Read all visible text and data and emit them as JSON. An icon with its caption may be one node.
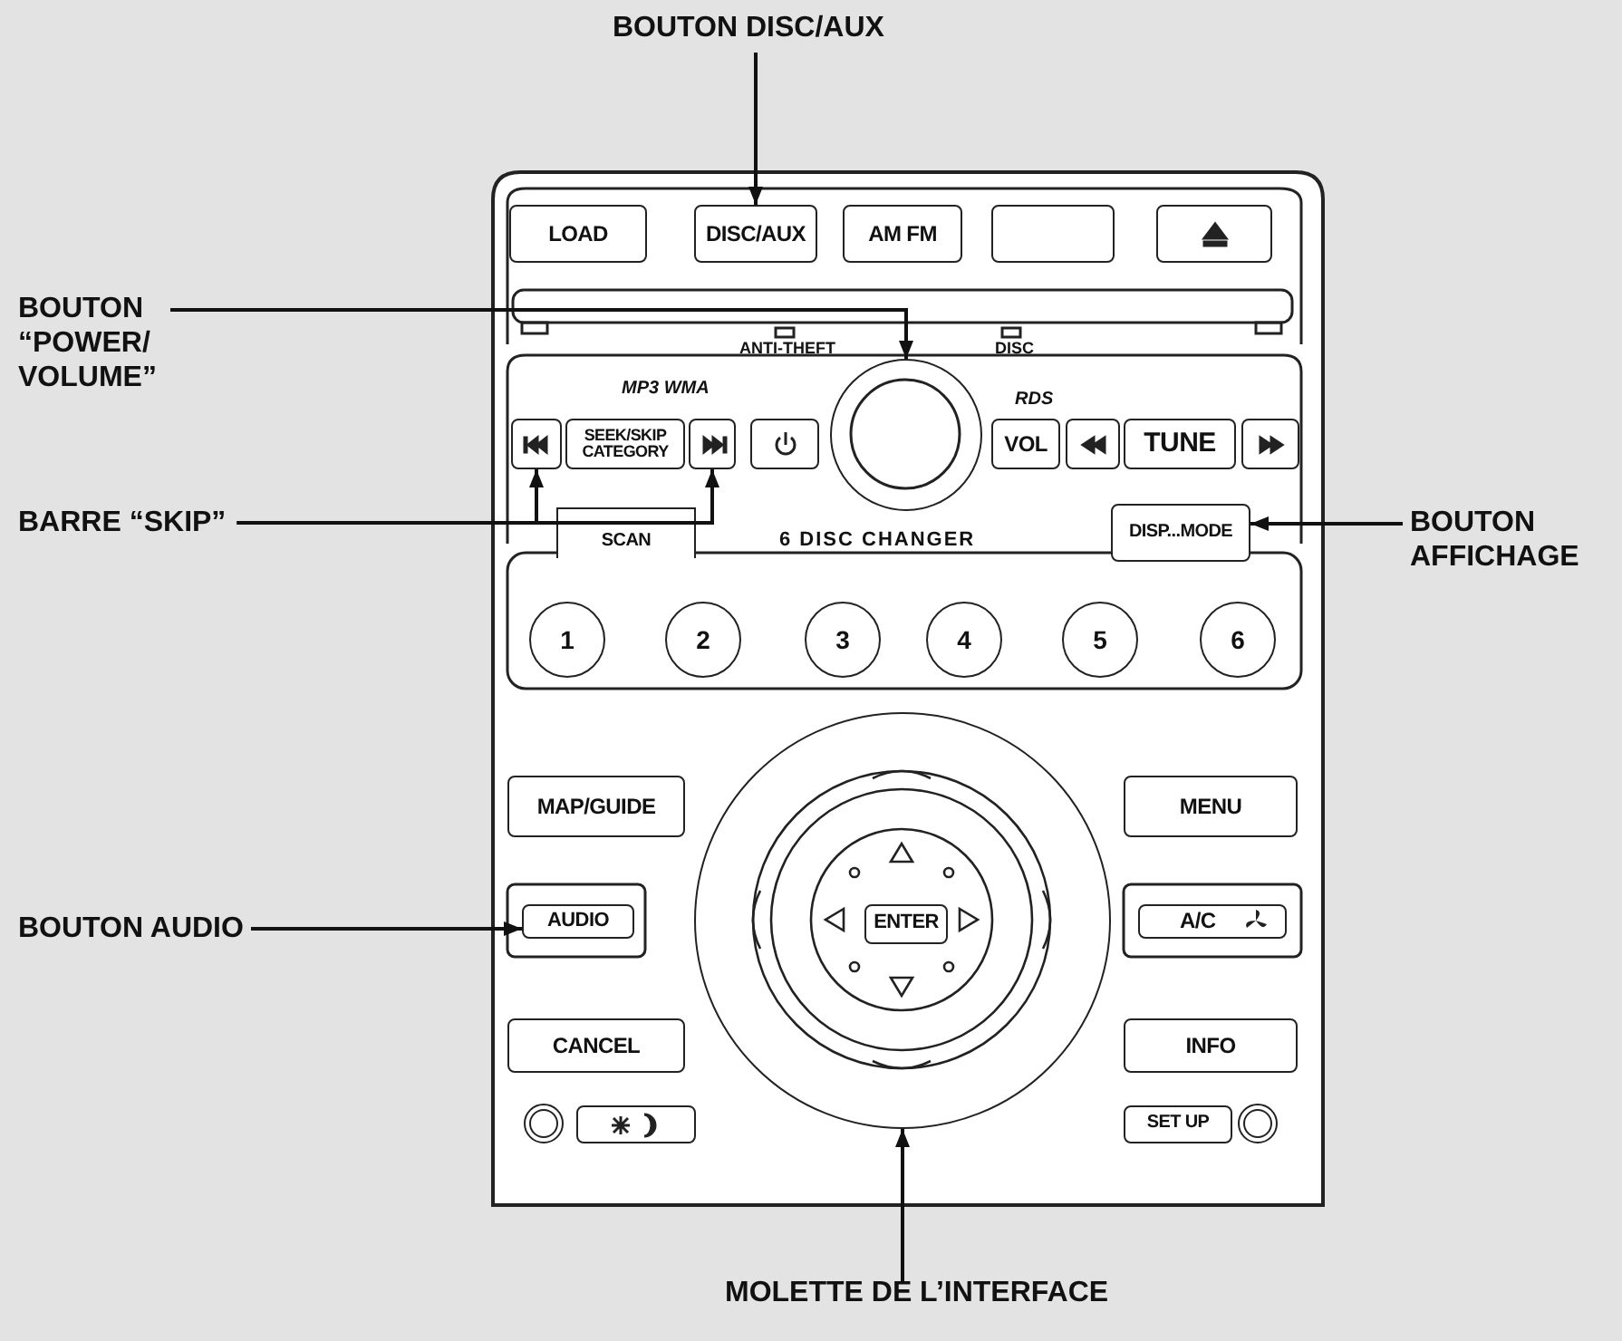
{
  "diagram": {
    "nodes": [
      {
        "text": [
          "BOUTON DISC/AUX"
        ]
      },
      {
        "text": [
          "LOAD"
        ]
      },
      {
        "text": [
          "DISC/AUX"
        ]
      },
      {
        "text": [
          "AM FM"
        ]
      },
      {
        "text": [],
        "shape": "box"
      },
      {
        "text": [],
        "shape": "box"
      },
      {
        "text": [
          "BOUTON “POWER/ VOLUME”"
        ]
      },
      {
        "text": [],
        "shape": "box"
      },
      {
        "text": [
          "SEEK/SKIP CATEGORY"
        ]
      },
      {
        "text": [],
        "shape": "box"
      },
      {
        "text": [],
        "shape": "box"
      },
      {
        "text": [],
        "shape": "circle"
      },
      {
        "text": [
          "VOL"
        ]
      },
      {
        "text": [],
        "shape": "box"
      },
      {
        "text": [
          "TUNE"
        ]
      },
      {
        "text": [],
        "shape": "box"
      },
      {
        "text": [
          "BARRE “SKIP”"
        ]
      },
      {
        "text": [
          "SCAN"
        ]
      },
      {
        "text": [
          "DISP...MODE"
        ]
      },
      {
        "text": [
          "BOUTON AFFICHAGE"
        ]
      },
      {
        "text": [
          "1"
        ]
      },
      {
        "text": [
          "2"
        ]
      },
      {
        "text": [
          "3"
        ]
      },
      {
        "text": [
          "4"
        ]
      },
      {
        "text": [
          "5"
        ]
      },
      {
        "text": [
          "6"
        ]
      },
      {
        "text": [
          "MAP/GUIDE"
        ]
      },
      {
        "text": [],
        "shape": "circle"
      },
      {
        "text": [
          "MENU"
        ]
      },
      {
        "text": [
          "BOUTON AUDIO"
        ]
      },
      {
        "text": [
          "AUDIO"
        ]
      },
      {
        "text": [
          "ENTER"
        ],
        "in": 27
      },
      {
        "text": [
          "A/C"
        ]
      },
      {
        "text": [
          "CANCEL"
        ]
      },
      {
        "text": [
          "INFO"
        ]
      },
      {
        "text": [],
        "shape": "circle"
      },
      {
        "text": [],
        "shape": "box"
      },
      {
        "text": [
          "SET UP"
        ]
      },
      {
        "text": [],
        "shape": "circle"
      },
      {
        "text": [
          "MOLETTE DE L’INTERFACE"
        ]
      }
    ],
    "edges": [
      {
        "from": 0,
        "to": 2,
        "arrow": "to"
      },
      {
        "from": 6,
        "to": 11,
        "arrow": "to"
      },
      {
        "from": 16,
        "to": 7,
        "arrow": "to"
      },
      {
        "from": 16,
        "to": 9,
        "arrow": "to"
      },
      {
        "from": 19,
        "to": 18,
        "arrow": "to"
      },
      {
        "from": 29,
        "to": 30,
        "arrow": "to"
      },
      {
        "from": 39,
        "to": 27,
        "arrow": "to"
      }
    ],
    "labels": [
      "ANTI-THEFT",
      "DISC",
      "MP3 WMA",
      "RDS",
      "6 DISC CHANGER"
    ]
  }
}
